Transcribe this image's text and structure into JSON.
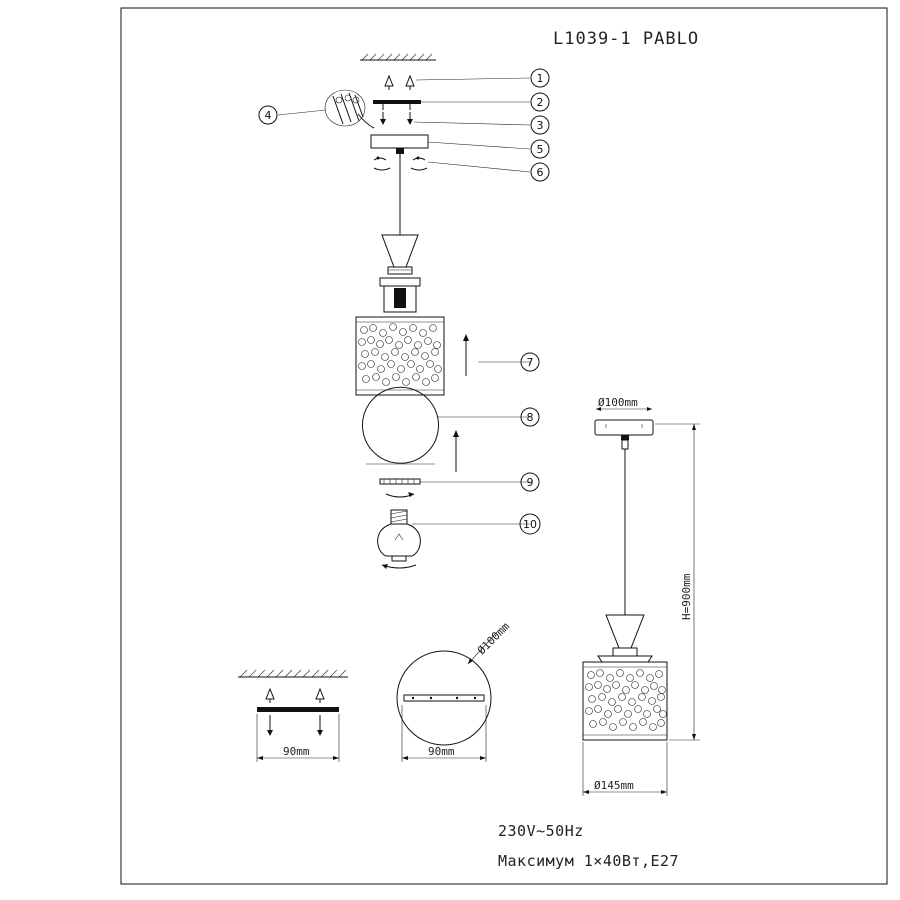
{
  "title": "L1039-1 PABLO",
  "callouts": [
    "1",
    "2",
    "3",
    "4",
    "5",
    "6",
    "7",
    "8",
    "9",
    "10"
  ],
  "dimensions": {
    "canopy_diameter": "Ø100mm",
    "height": "H=900mm",
    "shade_diameter": "Ø145mm",
    "bracket_width": "90mm",
    "canopy_bracket_width": "90mm",
    "round_canopy_diameter": "Ø100mm"
  },
  "specs": {
    "voltage": "230V~50Hz",
    "max_power": "Максимум 1×40Вт,E27"
  }
}
